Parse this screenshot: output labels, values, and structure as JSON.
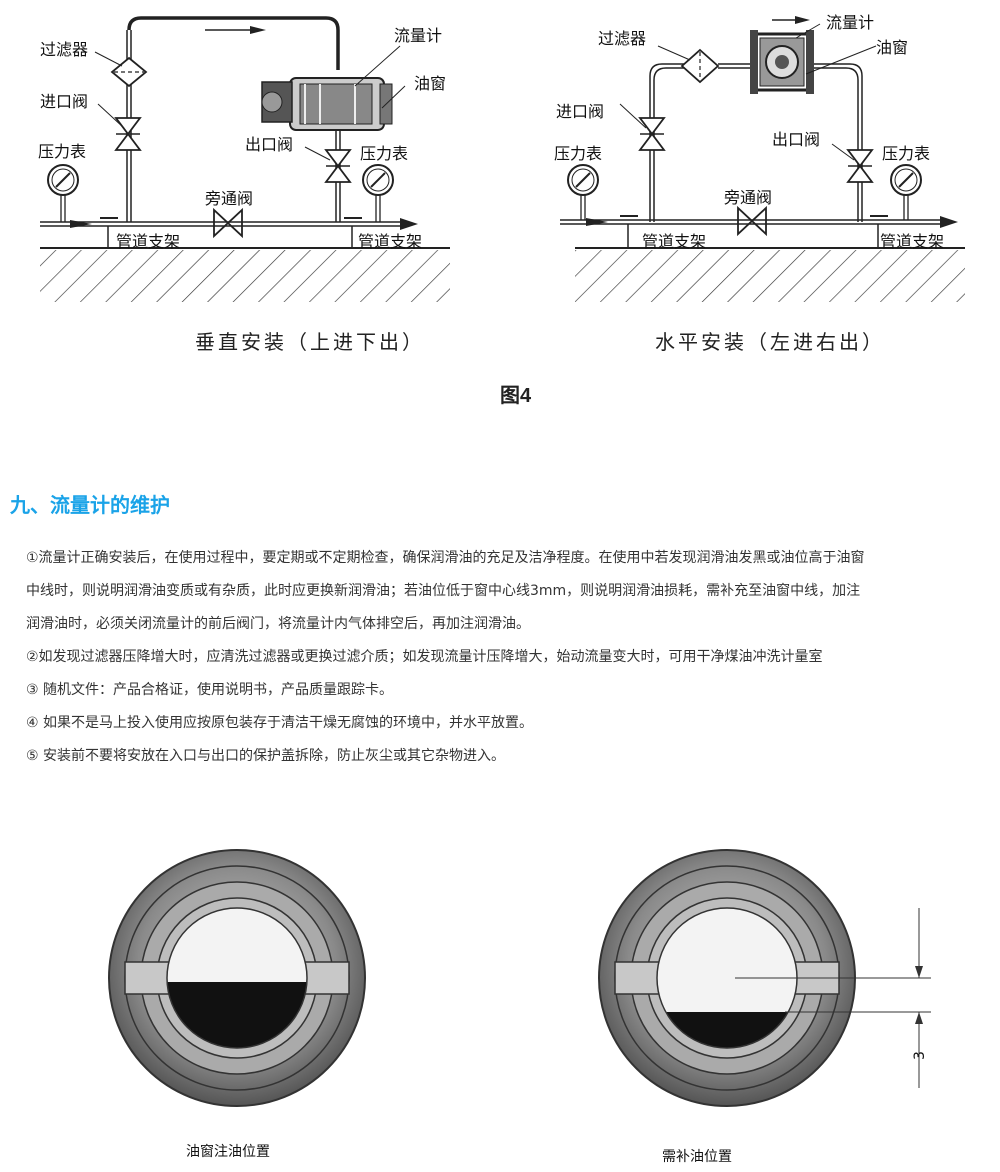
{
  "figure4": {
    "left_diagram": {
      "labels": {
        "filter": "过滤器",
        "inlet_valve": "进口阀",
        "pressure_gauge_left": "压力表",
        "flowmeter": "流量计",
        "oil_window": "油窗",
        "outlet_valve": "出口阀",
        "pressure_gauge_right": "压力表",
        "bypass_valve": "旁通阀",
        "pipe_support_left": "管道支架",
        "pipe_support_right": "管道支架"
      },
      "caption": "垂直安装（上进下出）"
    },
    "right_diagram": {
      "labels": {
        "filter": "过滤器",
        "flowmeter": "流量计",
        "oil_window": "油窗",
        "inlet_valve": "进口阀",
        "pressure_gauge_left": "压力表",
        "outlet_valve": "出口阀",
        "pressure_gauge_right": "压力表",
        "bypass_valve": "旁通阀",
        "pipe_support_left": "管道支架",
        "pipe_support_right": "管道支架"
      },
      "caption": "水平安装（左进右出）"
    },
    "figure_label": "图4"
  },
  "section": {
    "heading": "九、流量计的维护",
    "paragraphs": [
      "①流量计正确安装后，在使用过程中，要定期或不定期检查，确保润滑油的充足及洁净程度。在使用中若发现润滑油发黑或油位高于油窗",
      "中线时，则说明润滑油变质或有杂质，此时应更换新润滑油；若油位低于窗中心线3mm，则说明润滑油损耗，需补充至油窗中线，加注",
      "润滑油时，必须关闭流量计的前后阀门，将流量计内气体排空后，再加注润滑油。",
      "②如发现过滤器压降增大时，应清洗过滤器或更换过滤介质；如发现流量计压降增大，始动流量变大时，可用干净煤油冲洗计量室",
      "③ 随机文件：产品合格证，使用说明书，产品质量跟踪卡。",
      "④ 如果不是马上投入使用应按原包装存于清洁干燥无腐蚀的环境中，并水平放置。",
      "⑤ 安装前不要将安放在入口与出口的保护盖拆除，防止灰尘或其它杂物进入。"
    ]
  },
  "oil_windows": {
    "left_caption": "油窗注油位置",
    "right_caption": "需补油位置",
    "dimension_label": "3"
  },
  "colors": {
    "heading": "#1aa3e8",
    "text": "#333333",
    "diagram_line": "#222222"
  }
}
